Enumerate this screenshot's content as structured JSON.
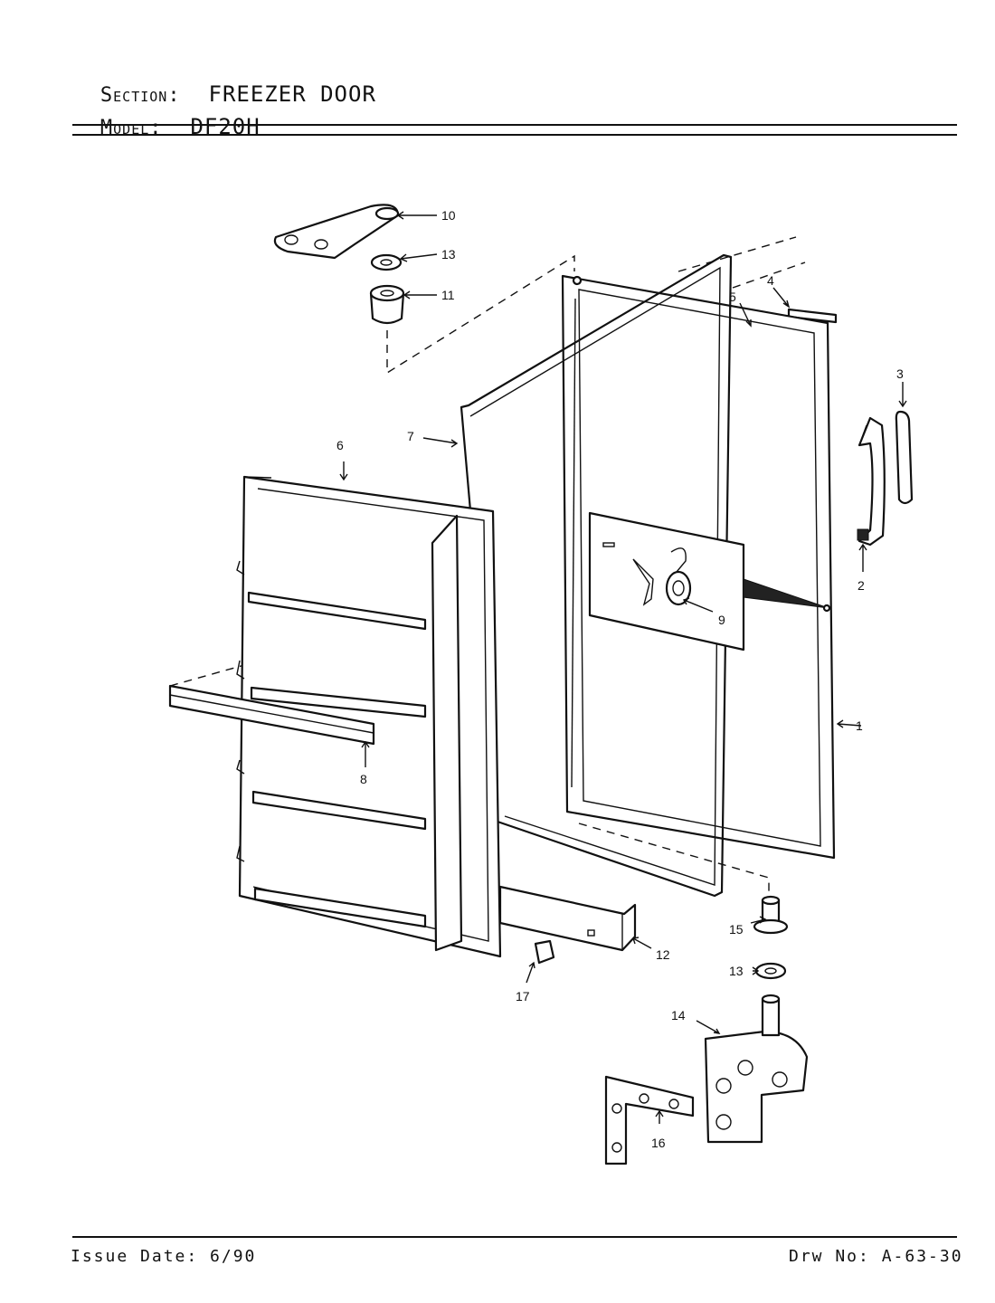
{
  "header": {
    "section_label": "Section:",
    "section_value": "FREEZER DOOR",
    "model_label": "Model:",
    "model_value": "DF20H"
  },
  "footer": {
    "issue_date": "Issue Date: 6/90",
    "drawing_number": "Drw No: A-63-30"
  },
  "callouts": [
    "1",
    "2",
    "3",
    "4",
    "5",
    "6",
    "7",
    "8",
    "9",
    "10",
    "11",
    "12",
    "13",
    "13",
    "14",
    "15",
    "16",
    "17"
  ]
}
